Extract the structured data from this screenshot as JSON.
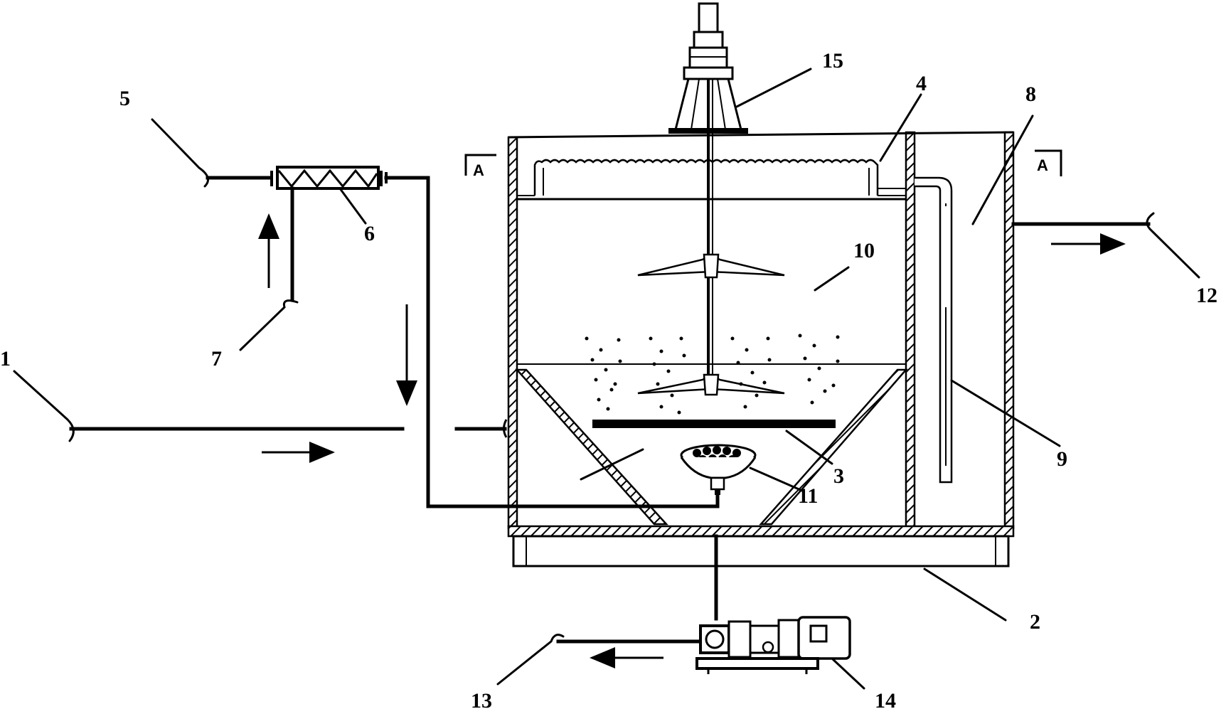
{
  "labels": {
    "l1": "1",
    "l2": "2",
    "l3": "3",
    "l4": "4",
    "l5": "5",
    "l6": "6",
    "l7": "7",
    "l8": "8",
    "l9": "9",
    "l10": "10",
    "l11": "11",
    "l12": "12",
    "l13": "13",
    "l14": "14",
    "l15": "15"
  },
  "section_marks": {
    "left": "A",
    "right": "A"
  },
  "colors": {
    "ink": "#000000",
    "background": "#ffffff"
  }
}
